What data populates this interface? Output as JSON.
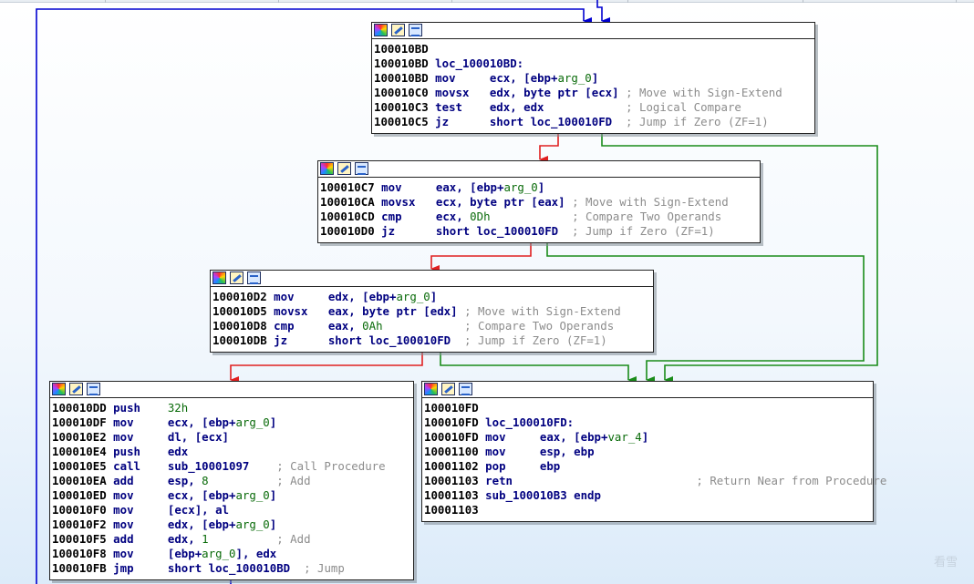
{
  "colors": {
    "true_edge": "#1a8c1a",
    "false_edge": "#e02020",
    "jump_edge": "#0000d0"
  },
  "icons": [
    "graph-overview-icon",
    "edit-node-icon",
    "text-view-icon"
  ],
  "watermark": "看雪",
  "nodes": [
    {
      "id": "block_100010BD",
      "lines": [
        {
          "addr": "100010BD"
        },
        {
          "addr": "100010BD",
          "label": "loc_100010BD:"
        },
        {
          "addr": "100010BD",
          "mnem": "mov",
          "ops": [
            "ecx, [ebp+",
            {
              "v": "arg_0"
            },
            "]"
          ]
        },
        {
          "addr": "100010C0",
          "mnem": "movsx",
          "ops": [
            "edx, byte ptr [ecx]"
          ],
          "cmt": "; Move with Sign-Extend"
        },
        {
          "addr": "100010C3",
          "mnem": "test",
          "ops": [
            "edx, edx"
          ],
          "cmt": "; Logical Compare"
        },
        {
          "addr": "100010C5",
          "mnem": "jz",
          "ops": [
            "short loc_100010FD"
          ],
          "cmt": "; Jump if Zero (ZF=1)"
        }
      ]
    },
    {
      "id": "block_100010C7",
      "lines": [
        {
          "addr": "100010C7",
          "mnem": "mov",
          "ops": [
            "eax, [ebp+",
            {
              "v": "arg_0"
            },
            "]"
          ]
        },
        {
          "addr": "100010CA",
          "mnem": "movsx",
          "ops": [
            "ecx, byte ptr [eax]"
          ],
          "cmt": "; Move with Sign-Extend"
        },
        {
          "addr": "100010CD",
          "mnem": "cmp",
          "ops": [
            "ecx, ",
            {
              "n": "0Dh"
            }
          ],
          "cmt": "; Compare Two Operands"
        },
        {
          "addr": "100010D0",
          "mnem": "jz",
          "ops": [
            "short loc_100010FD"
          ],
          "cmt": "; Jump if Zero (ZF=1)"
        }
      ]
    },
    {
      "id": "block_100010D2",
      "lines": [
        {
          "addr": "100010D2",
          "mnem": "mov",
          "ops": [
            "edx, [ebp+",
            {
              "v": "arg_0"
            },
            "]"
          ]
        },
        {
          "addr": "100010D5",
          "mnem": "movsx",
          "ops": [
            "eax, byte ptr [edx]"
          ],
          "cmt": "; Move with Sign-Extend"
        },
        {
          "addr": "100010D8",
          "mnem": "cmp",
          "ops": [
            "eax, ",
            {
              "n": "0Ah"
            }
          ],
          "cmt": "; Compare Two Operands"
        },
        {
          "addr": "100010DB",
          "mnem": "jz",
          "ops": [
            "short loc_100010FD"
          ],
          "cmt": "; Jump if Zero (ZF=1)"
        }
      ]
    },
    {
      "id": "block_100010DD",
      "lines": [
        {
          "addr": "100010DD",
          "mnem": "push",
          "ops": [
            {
              "n": "32h"
            }
          ]
        },
        {
          "addr": "100010DF",
          "mnem": "mov",
          "ops": [
            "ecx, [ebp+",
            {
              "v": "arg_0"
            },
            "]"
          ]
        },
        {
          "addr": "100010E2",
          "mnem": "mov",
          "ops": [
            "dl, [ecx]"
          ]
        },
        {
          "addr": "100010E4",
          "mnem": "push",
          "ops": [
            "edx"
          ]
        },
        {
          "addr": "100010E5",
          "mnem": "call",
          "ops": [
            "sub_10001097"
          ],
          "cmt": "; Call Procedure"
        },
        {
          "addr": "100010EA",
          "mnem": "add",
          "ops": [
            "esp, ",
            {
              "n": "8"
            }
          ],
          "cmt": "; Add"
        },
        {
          "addr": "100010ED",
          "mnem": "mov",
          "ops": [
            "ecx, [ebp+",
            {
              "v": "arg_0"
            },
            "]"
          ]
        },
        {
          "addr": "100010F0",
          "mnem": "mov",
          "ops": [
            "[ecx], al"
          ]
        },
        {
          "addr": "100010F2",
          "mnem": "mov",
          "ops": [
            "edx, [ebp+",
            {
              "v": "arg_0"
            },
            "]"
          ]
        },
        {
          "addr": "100010F5",
          "mnem": "add",
          "ops": [
            "edx, ",
            {
              "n": "1"
            }
          ],
          "cmt": "; Add"
        },
        {
          "addr": "100010F8",
          "mnem": "mov",
          "ops": [
            "[ebp+",
            {
              "v": "arg_0"
            },
            "], edx"
          ]
        },
        {
          "addr": "100010FB",
          "mnem": "jmp",
          "ops": [
            "short loc_100010BD"
          ],
          "cmt": "; Jump"
        }
      ]
    },
    {
      "id": "block_100010FD",
      "lines": [
        {
          "addr": "100010FD"
        },
        {
          "addr": "100010FD",
          "label": "loc_100010FD:"
        },
        {
          "addr": "100010FD",
          "mnem": "mov",
          "ops": [
            "eax, [ebp+",
            {
              "v": "var_4"
            },
            "]"
          ]
        },
        {
          "addr": "10001100",
          "mnem": "mov",
          "ops": [
            "esp, ebp"
          ]
        },
        {
          "addr": "10001102",
          "mnem": "pop",
          "ops": [
            "ebp"
          ]
        },
        {
          "addr": "10001103",
          "mnem": "retn",
          "ops": [
            ""
          ],
          "cmt": "; Return Near from Procedure"
        },
        {
          "addr": "10001103",
          "label": "sub_100010B3 endp"
        },
        {
          "addr": "10001103"
        }
      ]
    }
  ]
}
